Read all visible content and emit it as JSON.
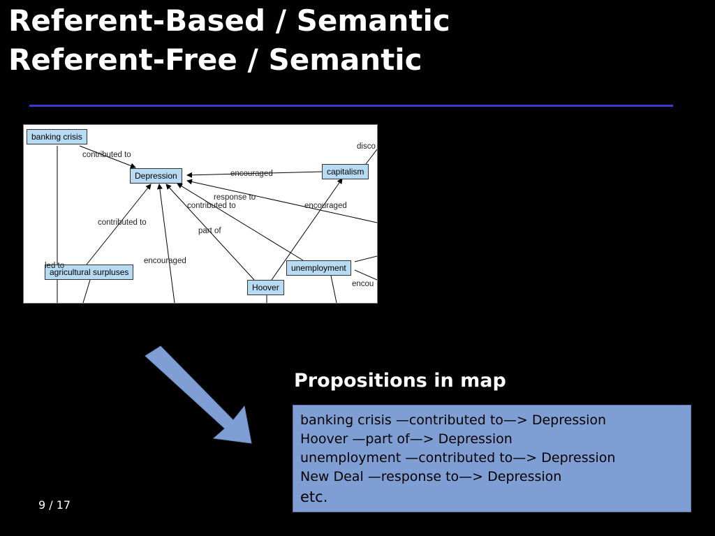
{
  "title": {
    "line1": "Referent-Based / Semantic",
    "line2": "Referent-Free / Semantic"
  },
  "concept_map": {
    "nodes": {
      "banking_crisis": "banking crisis",
      "depression": "Depression",
      "capitalism": "capitalism",
      "agricultural_surpluses": "agricultural surpluses",
      "unemployment": "unemployment",
      "hoover": "Hoover"
    },
    "edge_labels": {
      "contributed_to_1": "contributed to",
      "encouraged_1": "encouraged",
      "response_to": "response to",
      "contributed_to_2": "contributed to",
      "encouraged_2": "encouraged",
      "contributed_to_3": "contributed to",
      "part_of": "part of",
      "encouraged_3": "encouraged",
      "led_to": "led to",
      "disco": "disco",
      "encou": "encou"
    },
    "colors": {
      "node_fill": "#b7dbf3",
      "edge": "#000000"
    }
  },
  "propositions": {
    "heading": "Propositions in map",
    "lines": [
      "banking crisis —contributed to—> Depression",
      "Hoover —part of—> Depression",
      "unemployment —contributed to—> Depression",
      "New Deal —response to—> Depression"
    ],
    "etc": "etc.",
    "box_color": "#7f9fd4"
  },
  "footer": {
    "page": "9 / 17"
  },
  "colors": {
    "background": "#000000",
    "rule": "#3a3ad6",
    "arrow": "#7f9fd4"
  }
}
